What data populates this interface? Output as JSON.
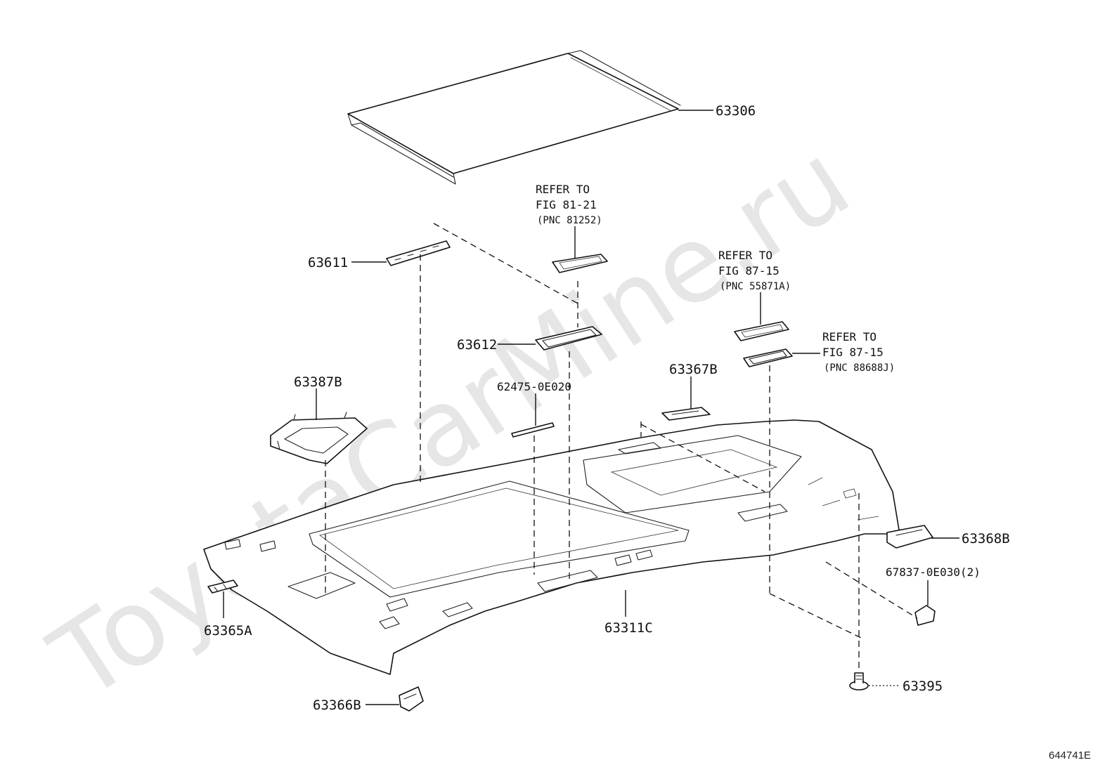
{
  "watermark": "ToyotaCarMine.ru",
  "figure_number": "644741E",
  "parts": {
    "sunshade": "63306",
    "bracket_front": "63611",
    "bracket_center": "63612",
    "console_box": "63387B",
    "foam_strip": "62475-0E020",
    "sunvisor_holder_r": "63367B",
    "headliner": "63311C",
    "clip_rear": "63368B",
    "clip_small": "67837-0E030(2)",
    "holder_a": "63365A",
    "holder_b": "63366B",
    "clip_pin": "63395"
  },
  "references": [
    {
      "line1": "REFER TO",
      "line2": "FIG 81-21",
      "line3": "(PNC 81252)"
    },
    {
      "line1": "REFER TO",
      "line2": "FIG 87-15",
      "line3": "(PNC 55871A)"
    },
    {
      "line1": "REFER TO",
      "line2": "FIG 87-15",
      "line3": "(PNC 88688J)"
    }
  ]
}
